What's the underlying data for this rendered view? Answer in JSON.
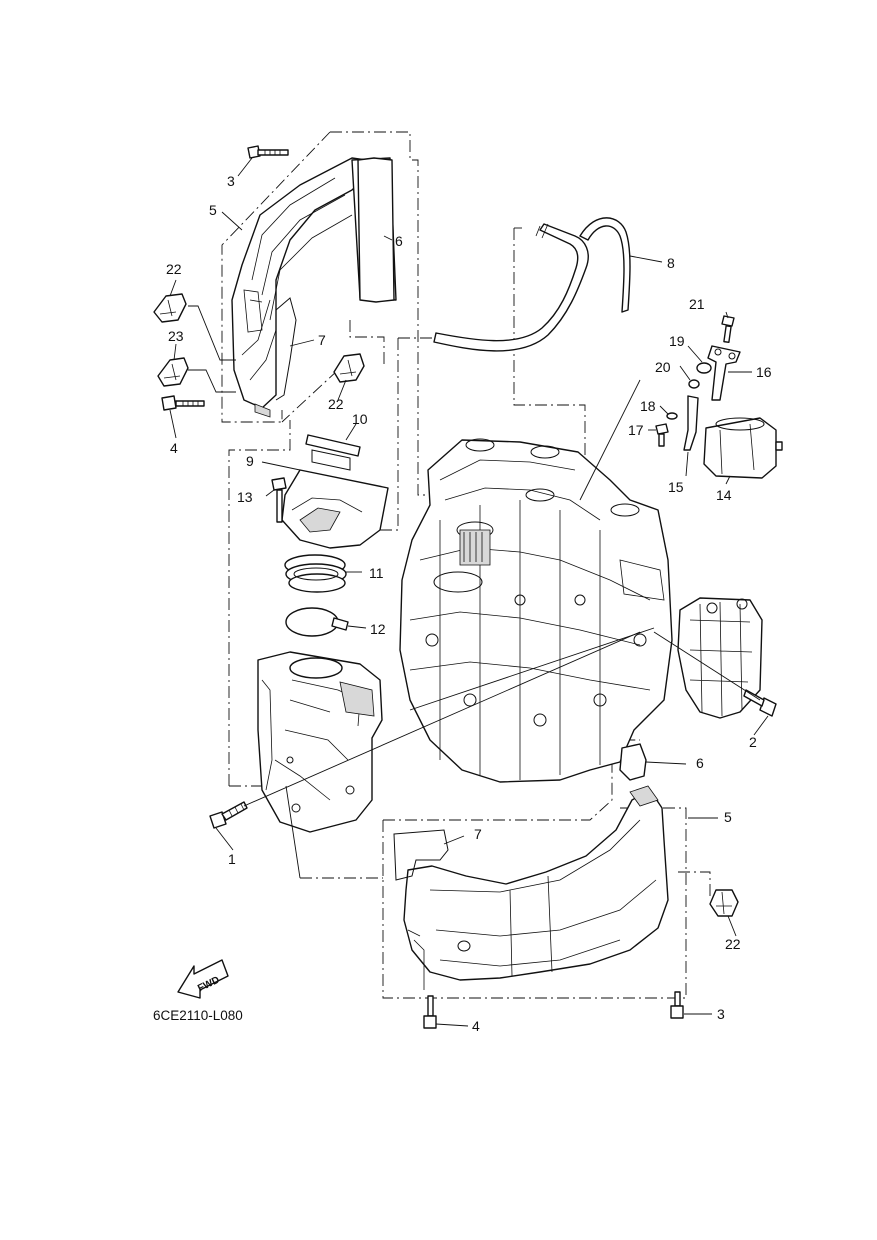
{
  "diagram": {
    "code": "6CE2110-L080",
    "fwd": "FWD",
    "callouts": {
      "c1": "1",
      "c2": "2",
      "c3a": "3",
      "c3b": "3",
      "c4a": "4",
      "c4b": "4",
      "c5a": "5",
      "c5b": "5",
      "c6a": "6",
      "c6b": "6",
      "c7a": "7",
      "c7b": "7",
      "c8": "8",
      "c9": "9",
      "c10": "10",
      "c11": "11",
      "c12": "12",
      "c13": "13",
      "c14": "14",
      "c15": "15",
      "c16": "16",
      "c17": "17",
      "c18": "18",
      "c19": "19",
      "c20": "20",
      "c21": "21",
      "c22a": "22",
      "c22b": "22",
      "c22c": "22",
      "c23": "23"
    }
  }
}
